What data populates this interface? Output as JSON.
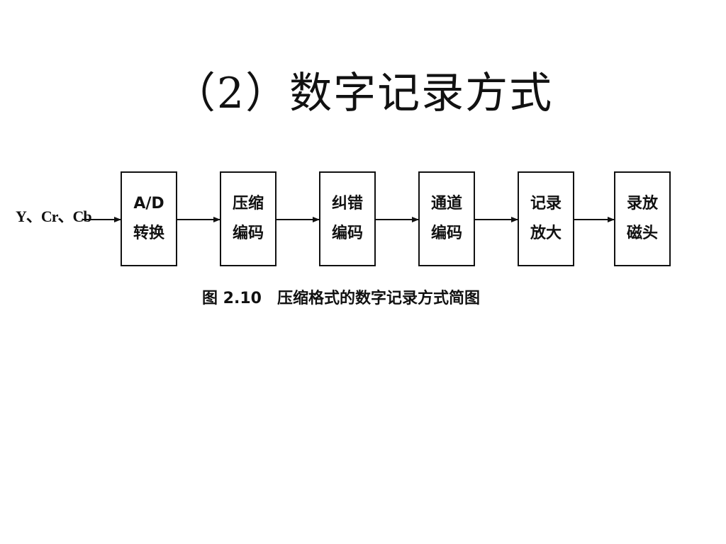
{
  "slide": {
    "title": "（2）数字记录方式"
  },
  "diagram": {
    "input_label": "Y、Cr、Cb",
    "blocks": [
      {
        "line1": "A/D",
        "line2": "转换"
      },
      {
        "line1": "压缩",
        "line2": "编码"
      },
      {
        "line1": "纠错",
        "line2": "编码"
      },
      {
        "line1": "通道",
        "line2": "编码"
      },
      {
        "line1": "记录",
        "line2": "放大"
      },
      {
        "line1": "录放",
        "line2": "磁头"
      }
    ],
    "caption": {
      "figure_number": "图 2.10",
      "text": "压缩格式的数字记录方式简图"
    }
  }
}
